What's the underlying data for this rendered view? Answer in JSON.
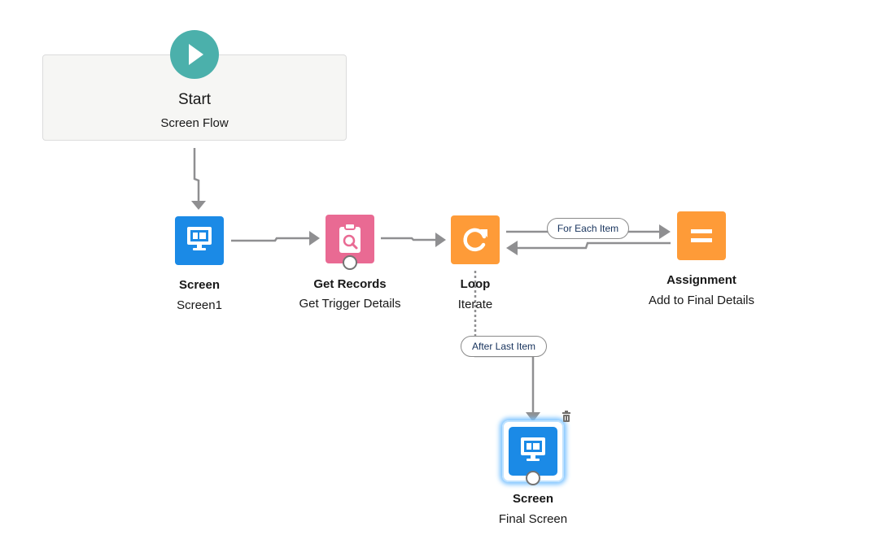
{
  "start": {
    "title": "Start",
    "subtitle": "Screen Flow",
    "icon": "play-icon",
    "color": "#4bb0ab"
  },
  "nodes": {
    "screen1": {
      "type_label": "Screen",
      "name": "Screen1",
      "icon": "screen-icon",
      "color": "#1b8ae6"
    },
    "get_records": {
      "type_label": "Get Records",
      "name": "Get Trigger Details",
      "icon": "get-records-icon",
      "color": "#e96a93"
    },
    "loop": {
      "type_label": "Loop",
      "name": "Iterate",
      "icon": "loop-icon",
      "color": "#fe9b38"
    },
    "assignment": {
      "type_label": "Assignment",
      "name": "Add to Final Details",
      "icon": "assignment-icon",
      "color": "#fe9b38"
    },
    "final_screen": {
      "type_label": "Screen",
      "name": "Final Screen",
      "icon": "screen-icon",
      "color": "#1b8ae6"
    }
  },
  "connectors": {
    "for_each": "For Each Item",
    "after_last": "After Last Item"
  },
  "colors": {
    "connector": "#8f8f91",
    "pill_text": "#16325c"
  }
}
